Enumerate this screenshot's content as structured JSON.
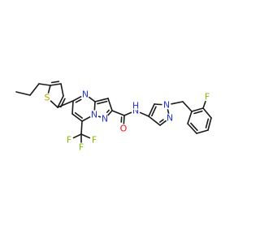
{
  "colors": {
    "bond": "#1a1a1a",
    "N": "#2233ee",
    "O": "#ee1111",
    "S": "#b8a200",
    "F": "#88bb00",
    "background": "#ffffff"
  },
  "atoms": [
    {
      "id": "S1",
      "text": "S",
      "element": "S"
    },
    {
      "id": "N1",
      "text": "N",
      "element": "N"
    },
    {
      "id": "N2",
      "text": "N",
      "element": "N"
    },
    {
      "id": "N3",
      "text": "N",
      "element": "N"
    },
    {
      "id": "NH",
      "text": "N",
      "element": "N"
    },
    {
      "id": "H",
      "text": "H",
      "element": "N"
    },
    {
      "id": "N4",
      "text": "N",
      "element": "N"
    },
    {
      "id": "N5",
      "text": "N",
      "element": "N"
    },
    {
      "id": "O1",
      "text": "O",
      "element": "O"
    },
    {
      "id": "F1",
      "text": "F",
      "element": "F"
    },
    {
      "id": "F2",
      "text": "F",
      "element": "F"
    },
    {
      "id": "F3",
      "text": "F",
      "element": "F"
    },
    {
      "id": "F4",
      "text": "F",
      "element": "F"
    }
  ]
}
